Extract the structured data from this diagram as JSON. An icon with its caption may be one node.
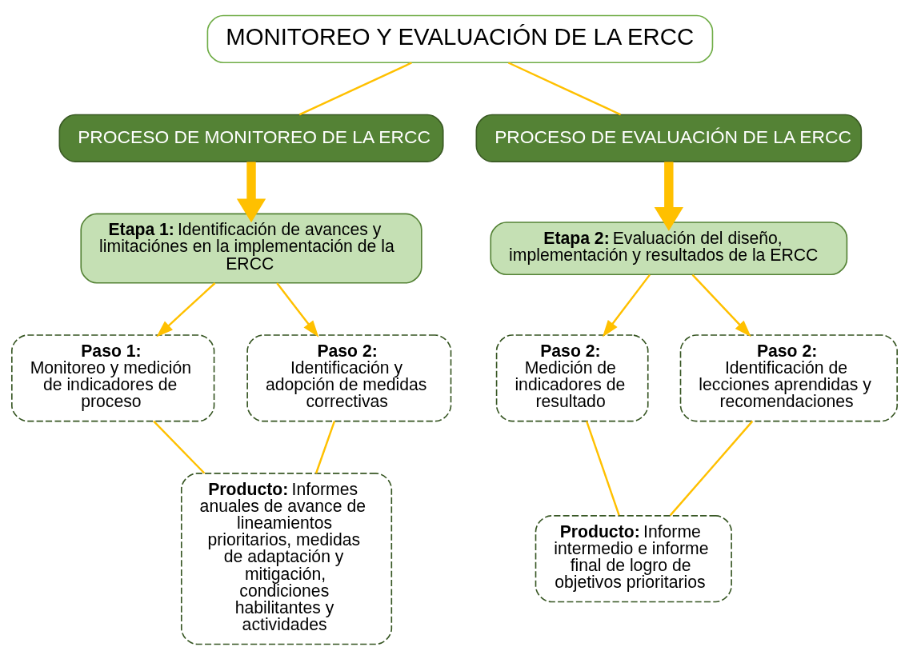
{
  "diagram": {
    "nodes": [
      {
        "text": [
          "MONITOREO Y EVALUACIÓN DE LA ERCC"
        ]
      },
      {
        "text": [
          "PROCESO DE MONITOREO DE LA ERCC"
        ]
      },
      {
        "text": [
          "PROCESO DE EVALUACIÓN DE LA ERCC"
        ]
      },
      {
        "text": [
          "**Etapa 1:** Identificación de avances y limitaciónes en la implementación de la ERCC"
        ]
      },
      {
        "text": [
          "**Etapa 2:** Evaluación del diseño, implementación y resultados de la ERCC"
        ]
      },
      {
        "text": [
          "Paso 1:",
          "Monitoreo y medición de indicadores de proceso"
        ]
      },
      {
        "text": [
          "Paso 2:",
          "Identificación y adopción de medidas correctivas"
        ]
      },
      {
        "text": [
          "Paso 2:",
          "Medición de indicadores de resultado"
        ]
      },
      {
        "text": [
          "Paso 2:",
          "Identificación de lecciones aprendidas y recomendaciones"
        ]
      },
      {
        "text": [
          "**Producto:** Informes anuales de avance de lineamientos prioritarios, medidas de adaptación y mitigación, condiciones habilitantes y actividades"
        ]
      },
      {
        "text": [
          "**Producto:** Informe intermedio e informe final de logro de objetivos prioritarios"
        ]
      }
    ],
    "edges": [
      {
        "from": 0,
        "to": 1,
        "arrow": "none"
      },
      {
        "from": 0,
        "to": 2,
        "arrow": "none"
      },
      {
        "from": 1,
        "to": 3,
        "arrow": "to",
        "style": "thick"
      },
      {
        "from": 2,
        "to": 4,
        "arrow": "to",
        "style": "thick"
      },
      {
        "from": 3,
        "to": 5,
        "arrow": "to"
      },
      {
        "from": 3,
        "to": 6,
        "arrow": "to"
      },
      {
        "from": 4,
        "to": 7,
        "arrow": "to"
      },
      {
        "from": 4,
        "to": 8,
        "arrow": "to"
      },
      {
        "from": 5,
        "to": 9,
        "arrow": "none"
      },
      {
        "from": 6,
        "to": 9,
        "arrow": "none"
      },
      {
        "from": 7,
        "to": 10,
        "arrow": "none"
      },
      {
        "from": 8,
        "to": 10,
        "arrow": "none"
      }
    ]
  }
}
